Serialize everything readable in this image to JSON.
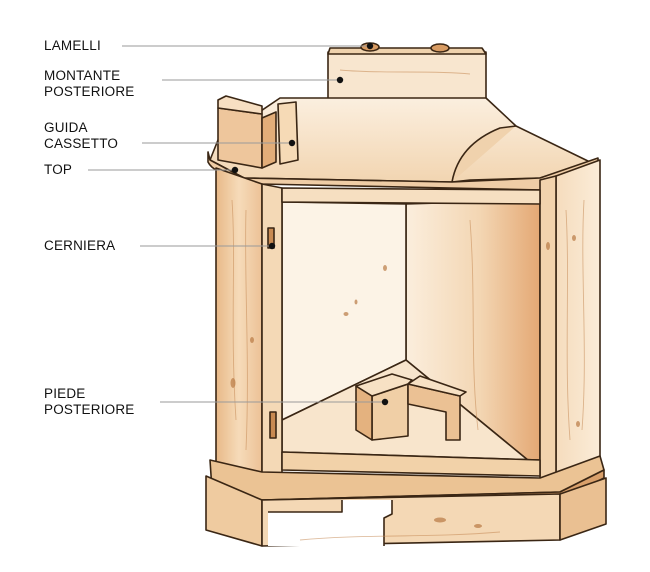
{
  "diagram": {
    "subject": "corner cabinet structure",
    "labels": {
      "lamelli": "LAMELLI",
      "montante_line1": "MONTANTE",
      "montante_line2": "POSTERIORE",
      "guida_line1": "GUIDA",
      "guida_line2": "CASSETTO",
      "top": "TOP",
      "cerniera": "CERNIERA",
      "piede_line1": "PIEDE",
      "piede_line2": "POSTERIORE"
    },
    "colors": {
      "wood_light": "#f6e1c5",
      "wood_mid": "#e9bf93",
      "wood_dark": "#d59a63",
      "outline": "#3a2614",
      "leader": "#9a9a9a"
    }
  }
}
